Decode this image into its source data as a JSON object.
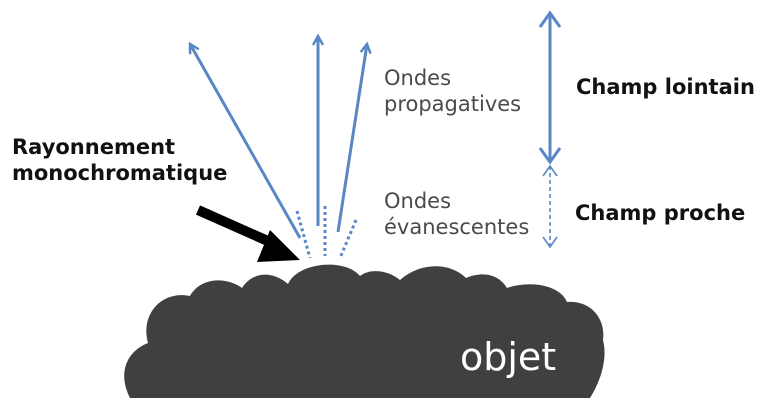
{
  "labels": {
    "source_line1": "Rayonnement",
    "source_line2": "monochromatique",
    "propagating_line1": "Ondes",
    "propagating_line2": "propagatives",
    "evanescent_line1": "Ondes",
    "evanescent_line2": "évanescentes",
    "far_field": "Champ lointain",
    "near_field": "Champ proche",
    "object": "objet"
  },
  "colors": {
    "wave_arrows": "#5b86c4",
    "incident_arrow": "#000000",
    "object_fill": "#404040",
    "text": "#4a4a4a",
    "bold_text": "#111111"
  }
}
